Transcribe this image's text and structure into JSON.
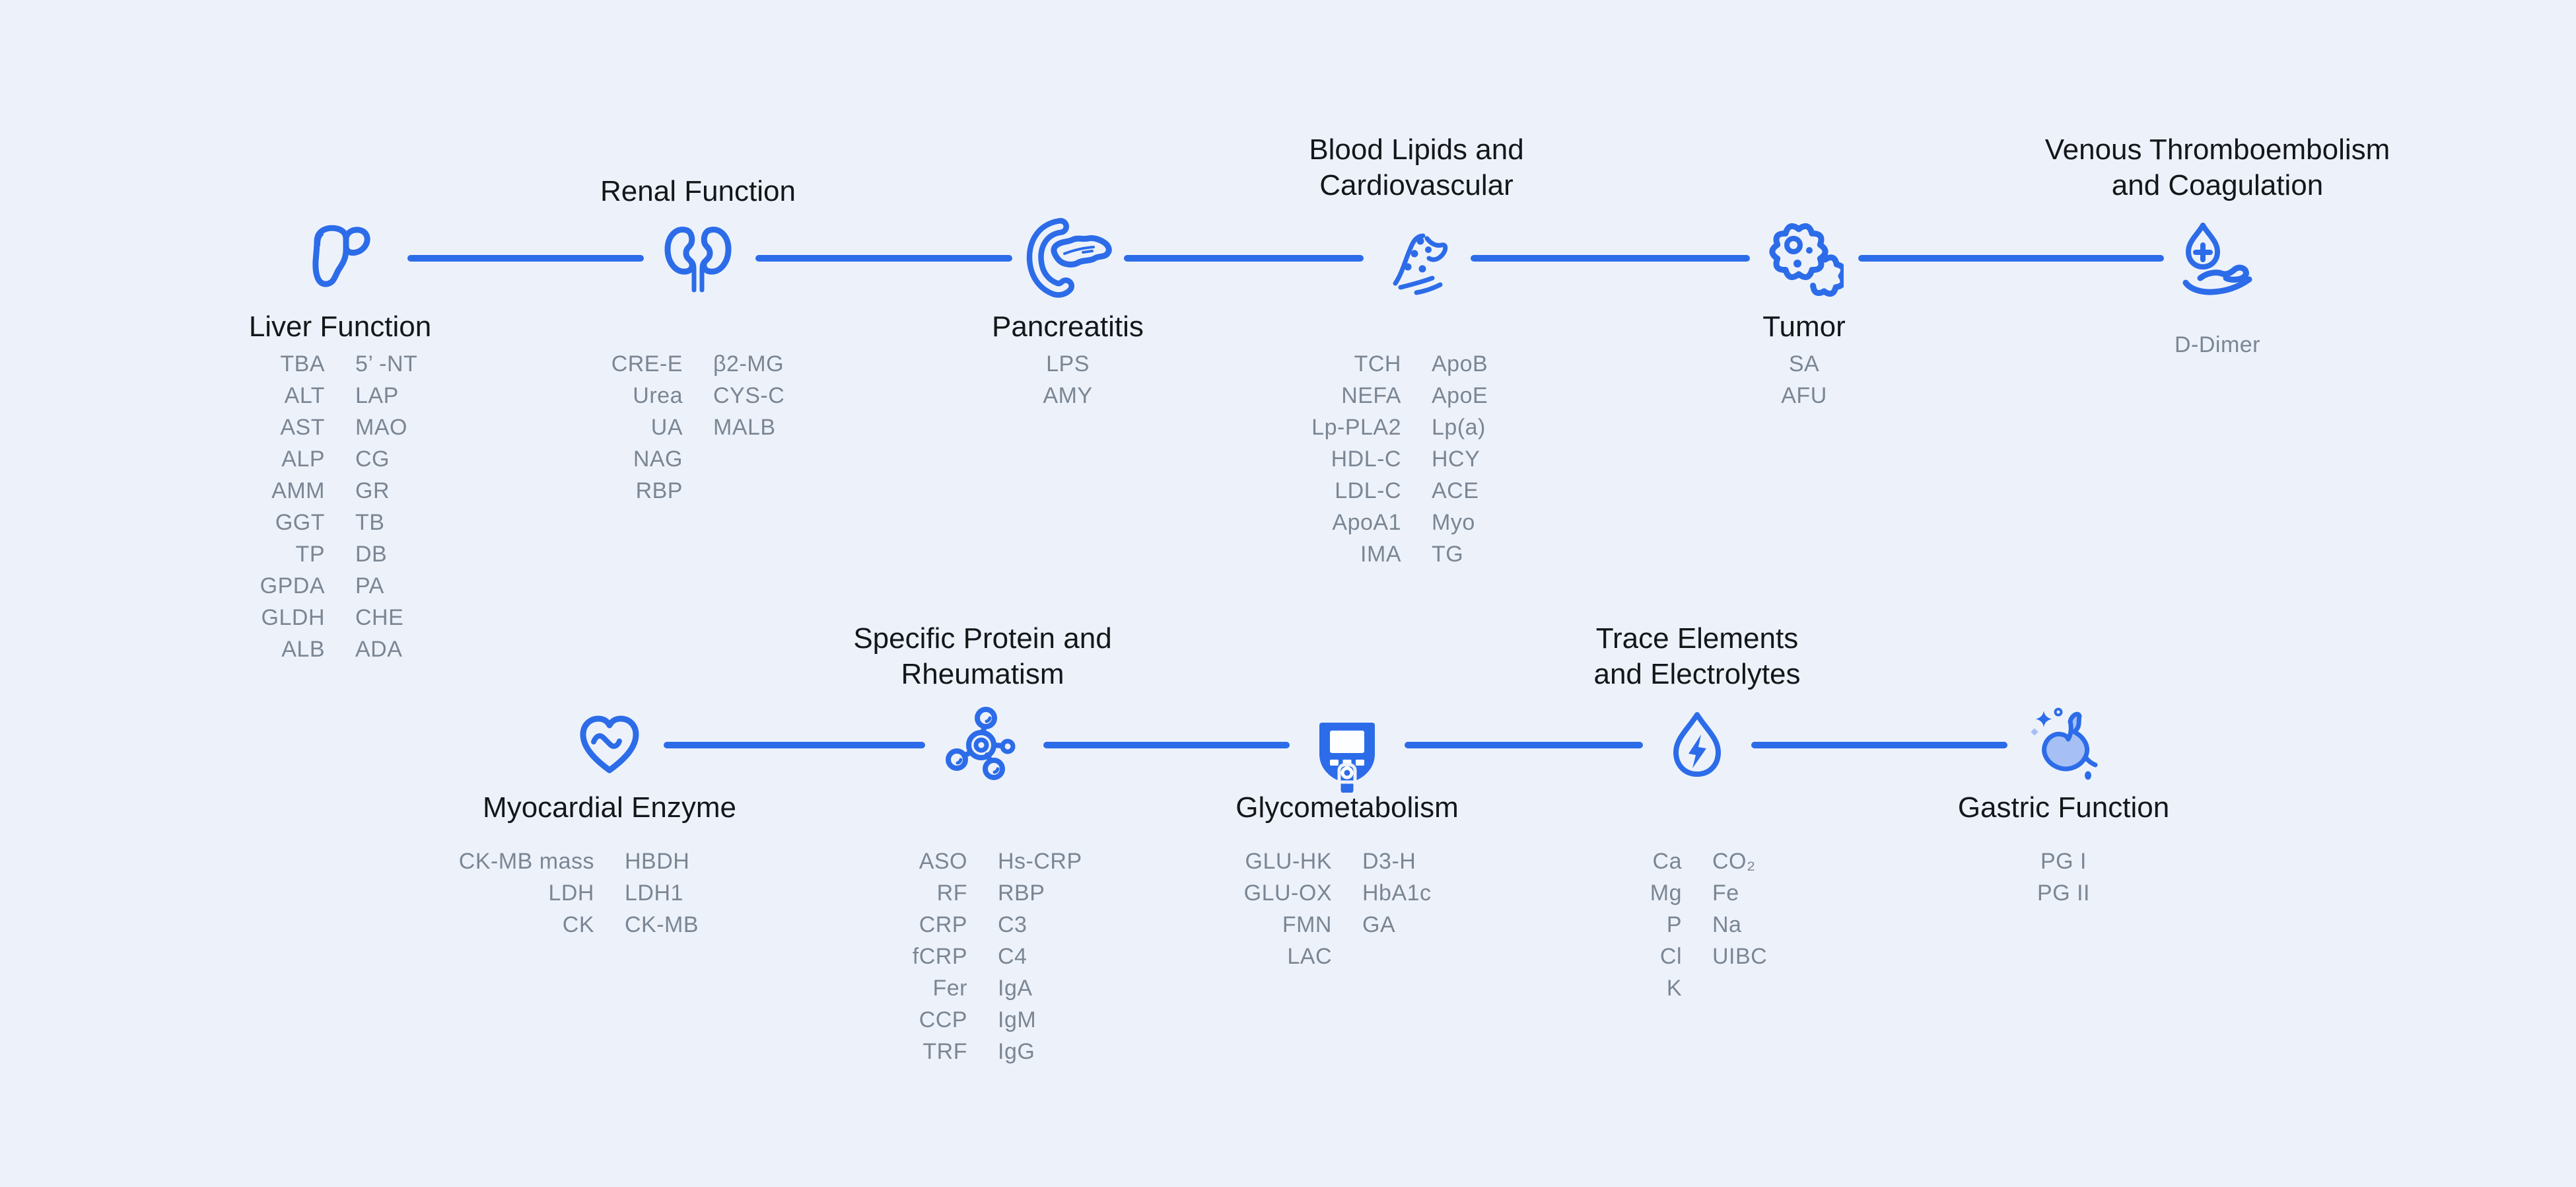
{
  "palette": {
    "background": "#edf2fa",
    "accent": "#2c6ce9",
    "title_text": "#14171a",
    "muted_text": "#7b8694",
    "stomach_fill": "#a6bff4",
    "screen_white": "#fdfeff"
  },
  "rows": [
    {
      "name": "top",
      "nodes": [
        {
          "icon": "liver-icon",
          "title": [
            "Liver Function"
          ],
          "tests": [
            [
              "TBA",
              "5’ -NT"
            ],
            [
              "ALT",
              "LAP"
            ],
            [
              "AST",
              "MAO"
            ],
            [
              "ALP",
              "CG"
            ],
            [
              "AMM",
              "GR"
            ],
            [
              "GGT",
              "TB"
            ],
            [
              "TP",
              "DB"
            ],
            [
              "GPDA",
              "PA"
            ],
            [
              "GLDH",
              "CHE"
            ],
            [
              "ALB",
              "ADA"
            ]
          ]
        },
        {
          "icon": "kidneys-icon",
          "title": [
            "Renal Function"
          ],
          "tests": [
            [
              "CRE-E",
              "β2-MG"
            ],
            [
              "Urea",
              "CYS-C"
            ],
            [
              "UA",
              "MALB"
            ],
            [
              "NAG",
              ""
            ],
            [
              "RBP",
              ""
            ]
          ]
        },
        {
          "icon": "pancreas-icon",
          "title": [
            "Pancreatitis"
          ],
          "tests": [
            [
              "LPS"
            ],
            [
              "AMY"
            ]
          ]
        },
        {
          "icon": "blood-vessel-icon",
          "title": [
            "Blood Lipids and",
            "Cardiovascular"
          ],
          "tests": [
            [
              "TCH",
              "ApoB"
            ],
            [
              "NEFA",
              "ApoE"
            ],
            [
              "Lp-PLA2",
              "Lp(a)"
            ],
            [
              "HDL-C",
              "HCY"
            ],
            [
              "LDL-C",
              "ACE"
            ],
            [
              "ApoA1",
              "Myo"
            ],
            [
              "IMA",
              "TG"
            ]
          ]
        },
        {
          "icon": "tumor-cell-icon",
          "title": [
            "Tumor"
          ],
          "tests": [
            [
              "SA"
            ],
            [
              "AFU"
            ]
          ]
        },
        {
          "icon": "blood-drop-hand-icon",
          "title": [
            "Venous Thromboembolism",
            "and Coagulation"
          ],
          "tests": [
            [
              "D-Dimer"
            ]
          ]
        }
      ]
    },
    {
      "name": "bottom",
      "nodes": [
        {
          "icon": "heart-wave-icon",
          "title": [
            "Myocardial Enzyme"
          ],
          "tests": [
            [
              "CK-MB mass",
              "HBDH"
            ],
            [
              "LDH",
              "LDH1"
            ],
            [
              "CK",
              "CK-MB"
            ]
          ]
        },
        {
          "icon": "molecule-icon",
          "title": [
            "Specific Protein and",
            "Rheumatism"
          ],
          "tests": [
            [
              "ASO",
              "Hs-CRP"
            ],
            [
              "RF",
              "RBP"
            ],
            [
              "CRP",
              "C3"
            ],
            [
              "fCRP",
              "C4"
            ],
            [
              "Fer",
              "IgA"
            ],
            [
              "CCP",
              "IgM"
            ],
            [
              "TRF",
              "IgG"
            ]
          ]
        },
        {
          "icon": "glucometer-icon",
          "title": [
            "Glycometabolism"
          ],
          "tests": [
            [
              "GLU-HK",
              "D3-H"
            ],
            [
              "GLU-OX",
              "HbA1c"
            ],
            [
              "FMN",
              "GA"
            ],
            [
              "LAC",
              ""
            ]
          ]
        },
        {
          "icon": "water-drop-lightning-icon",
          "title": [
            "Trace Elements",
            "and Electrolytes"
          ],
          "tests": [
            [
              "Ca",
              "CO₂"
            ],
            [
              "Mg",
              "Fe"
            ],
            [
              "P",
              "Na"
            ],
            [
              "Cl",
              "UIBC"
            ],
            [
              "K",
              ""
            ]
          ]
        },
        {
          "icon": "stomach-icon",
          "title": [
            "Gastric Function"
          ],
          "tests": [
            [
              "PG I"
            ],
            [
              "PG II"
            ]
          ]
        }
      ]
    }
  ]
}
